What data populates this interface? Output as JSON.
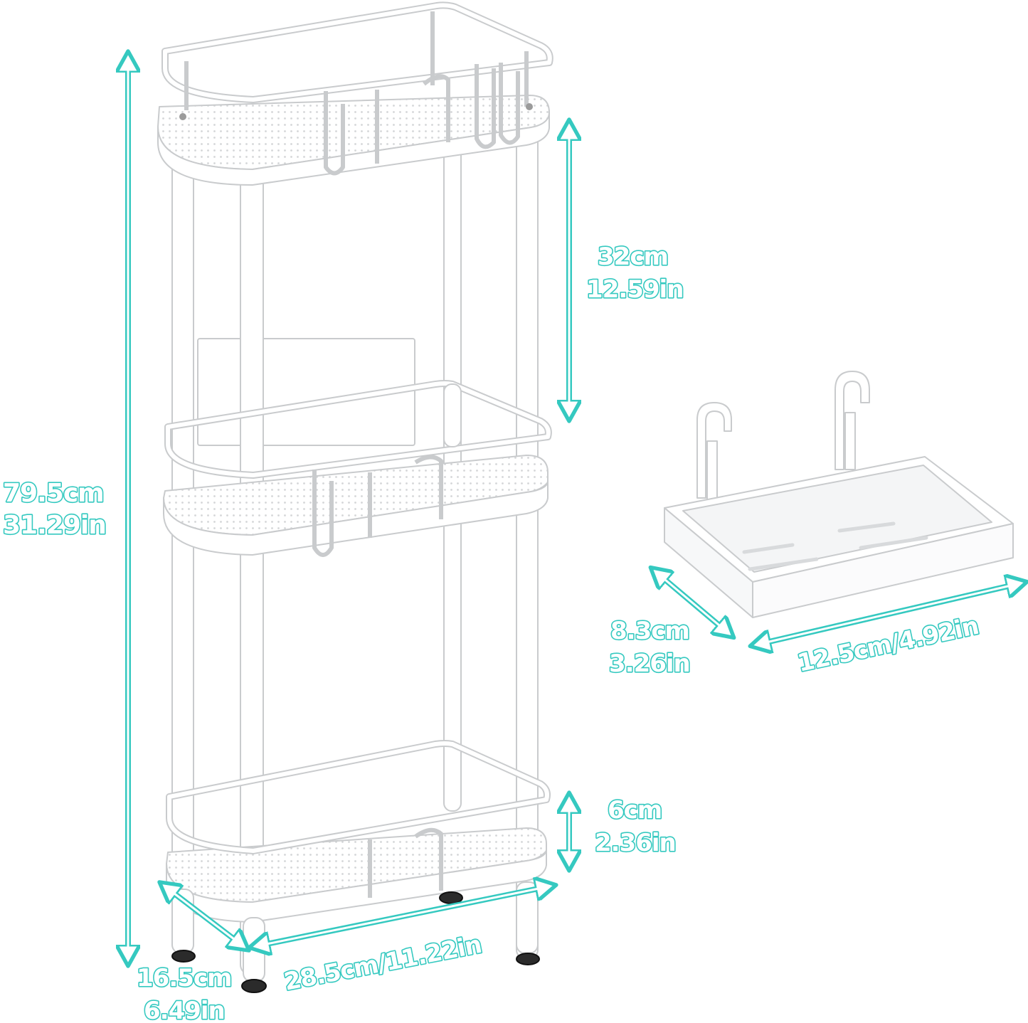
{
  "colors": {
    "accent": "#35c9c0",
    "product": "#ffffff",
    "outline": "#c9cbcd",
    "feet": "#2b2b2b"
  },
  "dimensions": {
    "total_height": {
      "cm": "79.5cm",
      "in": "31.29in"
    },
    "shelf_spacing": {
      "cm": "32cm",
      "in": "12.59in"
    },
    "rail_height": {
      "cm": "6cm",
      "in": "2.36in"
    },
    "depth": {
      "cm": "16.5cm",
      "in": "6.49in"
    },
    "width": "28.5cm/11.22in",
    "tray_depth": {
      "cm": "8.3cm",
      "in": "3.26in"
    },
    "tray_width": "12.5cm/4.92in"
  },
  "icons": {
    "arrow": "double-headed-arrow-icon",
    "rack": "three-tier-rack-illustration",
    "tray": "hanging-soap-tray-illustration"
  }
}
